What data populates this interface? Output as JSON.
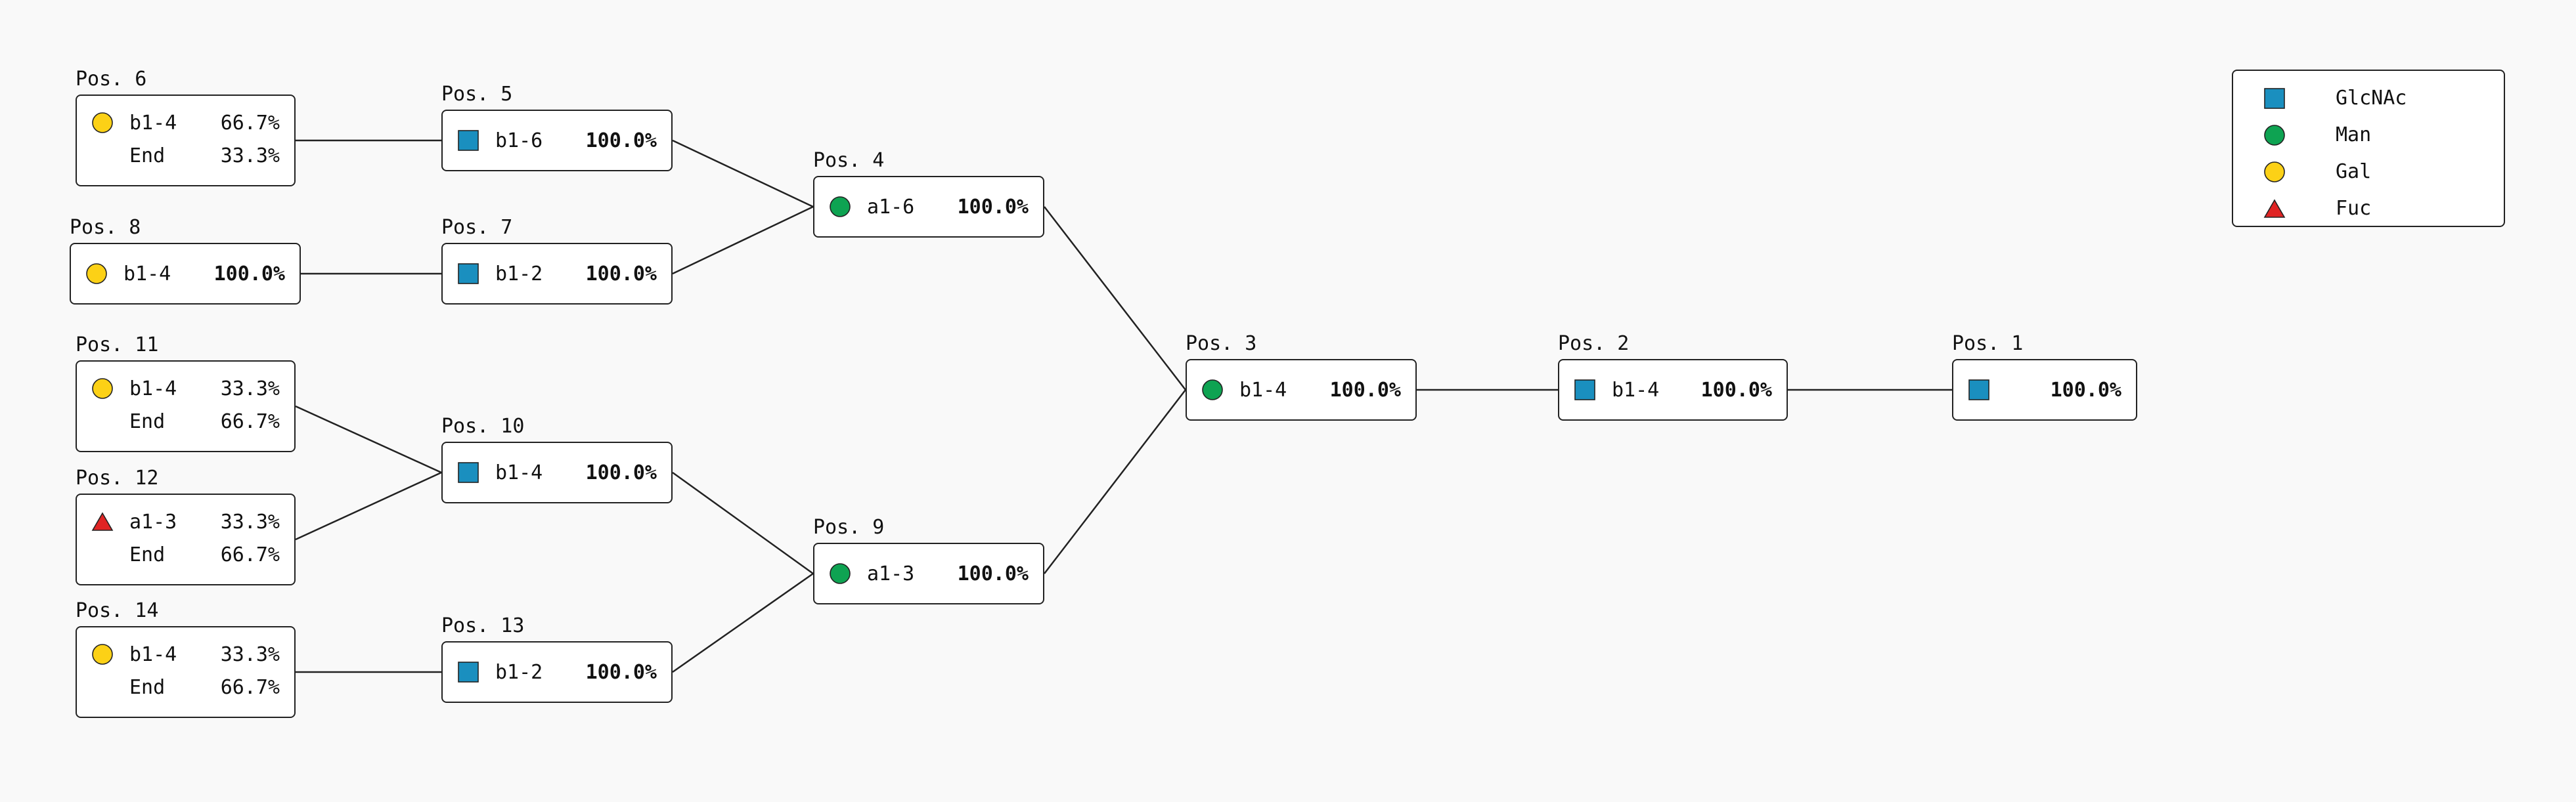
{
  "colors": {
    "GlcNAc": "#1a8fbf",
    "Man": "#0ea352",
    "Gal": "#fcd116",
    "Fuc": "#e02424",
    "edge": "#222222"
  },
  "legend": [
    {
      "name": "GlcNAc",
      "shape": "square",
      "icon": "glcnac-square-icon"
    },
    {
      "name": "Man",
      "shape": "circle",
      "icon": "man-circle-icon"
    },
    {
      "name": "Gal",
      "shape": "circle",
      "icon": "gal-circle-icon"
    },
    {
      "name": "Fuc",
      "shape": "triangle",
      "icon": "fuc-triangle-icon"
    }
  ],
  "nodes": [
    {
      "id": "pos1",
      "label": "Pos. 1",
      "rows": [
        {
          "sugar": "GlcNAc",
          "linkage": "",
          "pct": "100.0%",
          "bold": true
        }
      ]
    },
    {
      "id": "pos2",
      "label": "Pos. 2",
      "rows": [
        {
          "sugar": "GlcNAc",
          "linkage": "b1-4",
          "pct": "100.0%",
          "bold": true
        }
      ]
    },
    {
      "id": "pos3",
      "label": "Pos. 3",
      "rows": [
        {
          "sugar": "Man",
          "linkage": "b1-4",
          "pct": "100.0%",
          "bold": true
        }
      ]
    },
    {
      "id": "pos4",
      "label": "Pos. 4",
      "rows": [
        {
          "sugar": "Man",
          "linkage": "a1-6",
          "pct": "100.0%",
          "bold": true
        }
      ]
    },
    {
      "id": "pos5",
      "label": "Pos. 5",
      "rows": [
        {
          "sugar": "GlcNAc",
          "linkage": "b1-6",
          "pct": "100.0%",
          "bold": true
        }
      ]
    },
    {
      "id": "pos6",
      "label": "Pos. 6",
      "rows": [
        {
          "sugar": "Gal",
          "linkage": "b1-4",
          "pct": "66.7%",
          "bold": false
        },
        {
          "sugar": "",
          "linkage": "End",
          "pct": "33.3%",
          "bold": false
        }
      ]
    },
    {
      "id": "pos7",
      "label": "Pos. 7",
      "rows": [
        {
          "sugar": "GlcNAc",
          "linkage": "b1-2",
          "pct": "100.0%",
          "bold": true
        }
      ]
    },
    {
      "id": "pos8",
      "label": "Pos. 8",
      "rows": [
        {
          "sugar": "Gal",
          "linkage": "b1-4",
          "pct": "100.0%",
          "bold": true
        }
      ]
    },
    {
      "id": "pos9",
      "label": "Pos. 9",
      "rows": [
        {
          "sugar": "Man",
          "linkage": "a1-3",
          "pct": "100.0%",
          "bold": true
        }
      ]
    },
    {
      "id": "pos10",
      "label": "Pos. 10",
      "rows": [
        {
          "sugar": "GlcNAc",
          "linkage": "b1-4",
          "pct": "100.0%",
          "bold": true
        }
      ]
    },
    {
      "id": "pos11",
      "label": "Pos. 11",
      "rows": [
        {
          "sugar": "Gal",
          "linkage": "b1-4",
          "pct": "33.3%",
          "bold": false
        },
        {
          "sugar": "",
          "linkage": "End",
          "pct": "66.7%",
          "bold": false
        }
      ]
    },
    {
      "id": "pos12",
      "label": "Pos. 12",
      "rows": [
        {
          "sugar": "Fuc",
          "linkage": "a1-3",
          "pct": "33.3%",
          "bold": false
        },
        {
          "sugar": "",
          "linkage": "End",
          "pct": "66.7%",
          "bold": false
        }
      ]
    },
    {
      "id": "pos13",
      "label": "Pos. 13",
      "rows": [
        {
          "sugar": "GlcNAc",
          "linkage": "b1-2",
          "pct": "100.0%",
          "bold": true
        }
      ]
    },
    {
      "id": "pos14",
      "label": "Pos. 14",
      "rows": [
        {
          "sugar": "Gal",
          "linkage": "b1-4",
          "pct": "33.3%",
          "bold": false
        },
        {
          "sugar": "",
          "linkage": "End",
          "pct": "66.7%",
          "bold": false
        }
      ]
    }
  ],
  "edges": [
    [
      "pos6",
      "pos5"
    ],
    [
      "pos8",
      "pos7"
    ],
    [
      "pos5",
      "pos4"
    ],
    [
      "pos7",
      "pos4"
    ],
    [
      "pos11",
      "pos10"
    ],
    [
      "pos12",
      "pos10"
    ],
    [
      "pos14",
      "pos13"
    ],
    [
      "pos10",
      "pos9"
    ],
    [
      "pos13",
      "pos9"
    ],
    [
      "pos4",
      "pos3"
    ],
    [
      "pos9",
      "pos3"
    ],
    [
      "pos3",
      "pos2"
    ],
    [
      "pos2",
      "pos1"
    ]
  ]
}
